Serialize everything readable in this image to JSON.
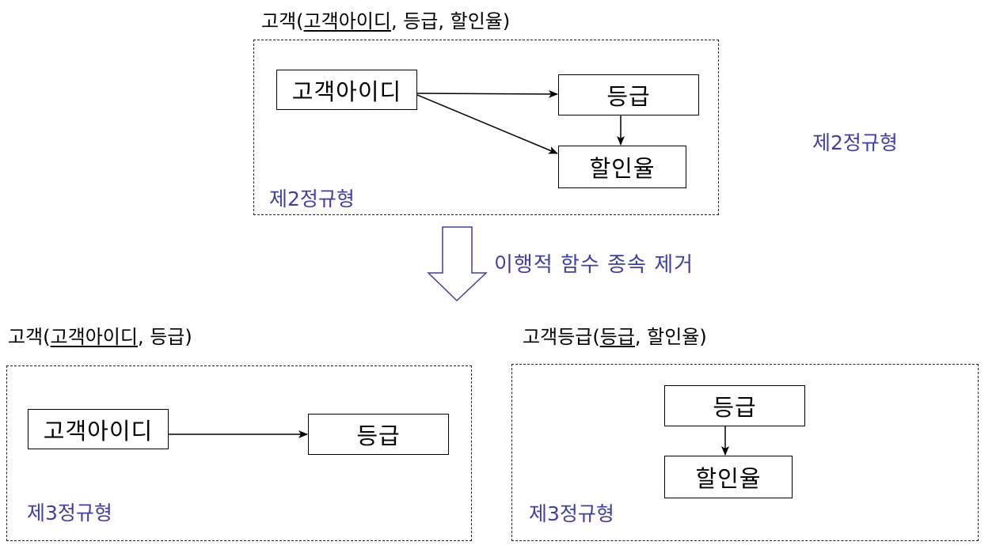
{
  "top": {
    "schema": {
      "relation": "고객",
      "key": "고객아이디",
      "rest": ", 등급, 할인율"
    },
    "nodes": {
      "id": "고객아이디",
      "grade": "등급",
      "discount": "할인율"
    },
    "normal_form_inside": "제2정규형",
    "normal_form_side": "제2정규형"
  },
  "transition": {
    "caption": "이행적 함수 종속 제거"
  },
  "bottom_left": {
    "schema": {
      "relation": "고객",
      "key": "고객아이디",
      "rest": ", 등급"
    },
    "nodes": {
      "id": "고객아이디",
      "grade": "등급"
    },
    "normal_form": "제3정규형"
  },
  "bottom_right": {
    "schema": {
      "relation": "고객등급",
      "key": "등급",
      "rest": ", 할인율"
    },
    "nodes": {
      "grade": "등급",
      "discount": "할인율"
    },
    "normal_form": "제3정규형"
  },
  "colors": {
    "normal_form_text": "#3f3fa0",
    "arrow_outline": "#3f3fa0",
    "lines": "#000000"
  }
}
